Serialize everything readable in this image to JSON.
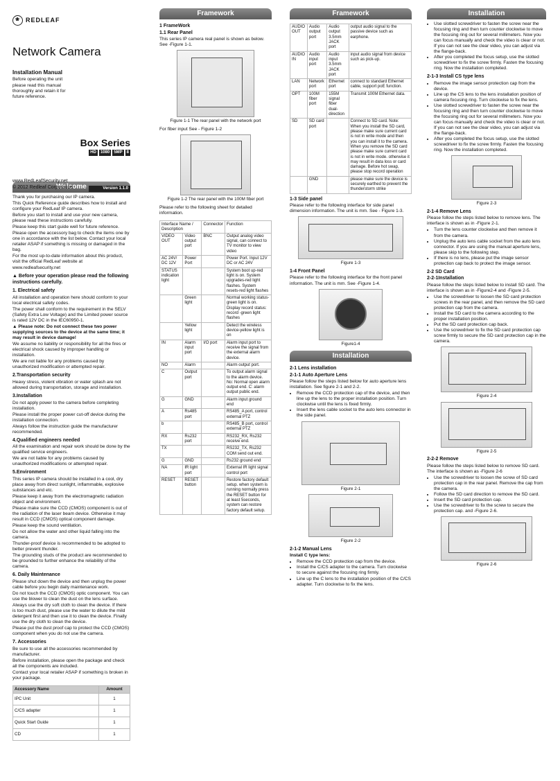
{
  "brand": {
    "name": "REDLEAF",
    "title": "Network Camera",
    "manual": "Installation Manual",
    "intro": "Before operating the unit please read this manual thoroughly and retain it for future reference.",
    "series": "Box Series",
    "badges": [
      "HD",
      "1080",
      "5MP",
      "8"
    ],
    "version": "Version 1.1.0",
    "url": "www.RedLeafSecurity.net",
    "copyright": "2012 Redleaf Corporation"
  },
  "banners": {
    "welcome": "Welcome",
    "framework1": "Framework",
    "framework2": "Framework",
    "installation1": "Installation",
    "installation2": "Installation"
  },
  "welcome": {
    "p1": "Thank you for purchasing our IP camera.",
    "p2": "This Quick Reference guide describes how to install and configure your RedLeaf IP camera.",
    "p3": "Before you start to install and use your new camera, please read these instructions carefully.",
    "p4": "Please keep this start guide well for future reference.",
    "p5": "Please open the accessory bag to check the items one by one in accordance with the list below. Contact your local retailer ASAP if something is missing or damaged in the bag.",
    "p6": "For the most up-to-date information about this product, visit the official RedLeaf website at",
    "p7": "www.redleafsecurity.net",
    "warn": "Before your operation please read the following instructions carefully.",
    "s1": "1. Electrical safety",
    "s1a": "All installation and operation here should conform to your local electrical safety codes.",
    "s1b": "The power shall conform to the requirement in the SELV (Safety Extra Low Voltage) and the Limited power source is rated 12V DC in the IEC60950-1.",
    "s1c": "Please note: Do not connect these two power supplying sources to the device at the same time; it may result in device damage!",
    "s1d": "We assume no liability or responsibility for all the fires or electrical shock caused by improper handling or installation.",
    "s1e": "We are not liable for any problems caused by unauthorized modification or attempted repair.",
    "s2": "2.Transportation security",
    "s2a": "Heavy stress, violent vibration or water splash are not allowed during transportation, storage and installation.",
    "s3": "3.Installation",
    "s3a": "Do not apply power to the camera before completing installation.",
    "s3b": "Please install the proper power cut-off device during the installation connection.",
    "s3c": "Always follow the instruction guide the manufacturer recommended.",
    "s4": "4.Qualified engineers needed",
    "s4a": "All the examination and repair work should be done by the qualified service engineers.",
    "s4b": "We are not liable for any problems caused by unauthorized modifications or attempted repair.",
    "s5": "5.Environment",
    "s5a": "This series IP camera should be installed in a cool, dry place away from direct sunlight, inflammable, explosive substances and etc.",
    "s5b": "Please keep it away from the electromagnetic radiation object and environment.",
    "s5c": "Please make sure the CCD (CMOS) component is out of the radiation of the laser beam device. Otherwise it may result in CCD (CMOS) optical component damage.",
    "s5d": "Please keep the sound ventilation.",
    "s5e": "Do not allow the water and other liquid falling into the camera.",
    "s5f": "Thunder-proof device is recommended to be adopted to better prevent thunder.",
    "s5g": "The grounding studs of the product are recommended to be grounded to further enhance the reliability of the camera.",
    "s6": "6. Daily Maintenance",
    "s6a": "Please shut down the device and then unplug the power cable before you begin daily maintenance work.",
    "s6b": "Do not touch the CCD (CMOS) optic component. You can use the blower to clean the dust on the lens surface.",
    "s6c": "Always use the dry soft cloth to clean the device. If there is too much dust, please use the water to dilute the mild detergent first and then use it to clean the device. Finally use the dry cloth to clean the device.",
    "s6d": "Please put the dust proof cap to protect the CCD (CMOS) component when you do not use the camera.",
    "s7": "7. Accessories",
    "s7a": "Be sure to use all the accessories recommended by manufacturer.",
    "s7b": "Before installation, please open the package and check all the components are included.",
    "s7c": "Contact your local retailer ASAP if something is broken in your package."
  },
  "accessories": {
    "h_name": "Accessory Name",
    "h_amount": "Amount",
    "rows": [
      {
        "name": "IPC Unit",
        "amount": "1"
      },
      {
        "name": "C/CS adapter",
        "amount": "1"
      },
      {
        "name": "Quick Start Guide",
        "amount": "1"
      },
      {
        "name": "CD",
        "amount": "1"
      }
    ]
  },
  "framework": {
    "h1": "1     FrameWork",
    "h11": "1.1   Rear Panel",
    "p1": "This series IP camera real panel is shown as below. See -Figure 1-1.",
    "fig11": "Figure 1-1  The rear panel with the network port",
    "p2": "For fiber input See - Figure 1-2",
    "fig12": "Figure 1-2 The rear panel with the 100M fiber port",
    "p3": "Please refer to the following sheet for detailed information.",
    "th": [
      "Interface Name / Description",
      "Connector",
      "Function"
    ],
    "rows": [
      [
        "VIDEO OUT",
        "Video output port",
        "BNC",
        "Output analog video signal, can connect to TV monitor to view video"
      ],
      [
        "AC 24V/ DC 12V",
        "Power Port",
        "",
        "Power Port. Input 12V DC or AC 24V"
      ],
      [
        "STATUS indication light",
        "",
        "",
        "System boot up-red light is on. System upgrades-red light flashes. System resets-red light flashes"
      ],
      [
        "",
        "Green light",
        "",
        "Normal working status-green light is on. Display record status: record -green light flashes"
      ],
      [
        "",
        "Yellow light",
        "",
        "Detect the wireless device-yellow light is on"
      ],
      [
        "IN",
        "Alarm input port",
        "I/O port",
        "Alarm input port to receive the signal from the external alarm device."
      ],
      [
        "NO",
        "Alarm",
        "",
        "Alarm output port."
      ],
      [
        "C",
        "Output port",
        "",
        "To output alarm signal to the alarm device. No: Normal open alarm output end. C: alarm output public end."
      ],
      [
        "G",
        "GND",
        "",
        "Alarm input ground end"
      ],
      [
        "A",
        "Rs485 port",
        "",
        "RS485_A port, control external PTZ"
      ],
      [
        "b",
        "",
        "",
        "RS485_B port, control external PTZ"
      ],
      [
        "RX",
        "Rs232 port",
        "",
        "RS232_RX, Rs232 receive end."
      ],
      [
        "TX",
        "",
        "",
        "RS232_TX, Rs232 COM send out end."
      ],
      [
        "G",
        "GND",
        "",
        "Rs232 ground end"
      ],
      [
        "NA",
        "IR light port",
        "",
        "External IR light signal control port"
      ],
      [
        "RESET",
        "RESET button",
        "",
        "Restore factory default setup. when system is running normally press the RESET button for at least 5seconds, system can restore factory default setup."
      ]
    ]
  },
  "framework2": {
    "rows": [
      [
        "AUDIO OUT",
        "Audio output port",
        "Audio output 3.5mm JACK port",
        "output audio signal to the passive device such as earphone."
      ],
      [
        "AUDIO IN",
        "Audio input port",
        "Audio input 3.5mm JACK port",
        "input audio signal from device such as pick-up."
      ],
      [
        "LAN",
        "Network port",
        "Ethernet port",
        "connect to standard Ethernet cable, support poE function."
      ],
      [
        "OPT",
        "100M fiber port",
        "155M signal fiber dual-direction",
        "Transmit 100M Ethernet data."
      ],
      [
        "SD",
        "SD card port",
        "",
        "Connect to SD card. Note: When you install the SD card, please make sure current card is not in write mode and then you can install it to the camera. When you remove the SD card please make sure current card is not in write mode. otherwise it may result in data loss or card damage. Before hot swap, please stop record operation"
      ],
      [
        "",
        "GND",
        "",
        "please make sure the device is securely earthed to prevent the thunderstorm strike"
      ]
    ],
    "h13": "1-3   Side panel",
    "p13": "Please refer to the following interface for side panel dimension information. The unit is mm. See - Figure 1-3.",
    "fig13": "Figure 1-3",
    "h14": "1-4   Front Panel",
    "p14": "Please refer to the following interface for the front panel information. The unit is mm. See -Figure 1-4.",
    "fig14": "Figure1-4"
  },
  "install1": {
    "h21": "2-1      Lens installation",
    "h211": "2-1-1      Auto Aperture Lens",
    "p211": "Please follow the steps listed below for auto aperture lens installation. See figure 2-1 and 2-2.",
    "li1": "Remove the CCD protection cap of the device, and then line up the lens to the proper installation position. Turn clockwise until the lens is fixed firmly.",
    "li2": "Insert the lens cable socket to the auto lens connector in the side panel.",
    "fig21": "Figure 2-1",
    "fig22": "Figure 2-2",
    "h212": "2-1-2  Manual Lens",
    "h212b": "Install C type lens:",
    "li3": "Remove the CCD protection cap from the device.",
    "li4": "Install the C/CS adapter to the camera. Turn clockwise to secure against the focusing ring firmly.",
    "li5": "Line up the C lens to the installation position of the C/CS adapter. Turn clockwise to fix the lens."
  },
  "install2": {
    "li1": "Use slotted screwdriver to fasten the screw near the focusing ring and then turn counter clockwise to move the focusing ring out for several millimeters. Now you can focus manually and check the video is clear or not. If you can not see the clear video, you can adjust via the flange-back.",
    "li2": "After you completed the focus setup, use the slotted screwdriver to fix the screw firmly. Fasten the focusing ring. Now the installation completed.",
    "h213": "2-1-3     Install CS type lens",
    "li3": "Remove the image sensor protection cap from the device.",
    "li4": "Line up the CS lens to the lens installation position of camera focusing ring. Turn clockwise to fix the lens.",
    "li5": "Use slotted screwdriver to fasten the screw near the focusing ring and then turn counter clockwise to move the focusing ring out for several millimeters. Now you can focus manually and check the video is clear or not. If you can not see the clear video, you can adjust via the flange-back.",
    "li6": "After you completed the focus setup, use the slotted screwdriver to fix the screw firmly. Fasten the focusing ring. Now the installation completed.",
    "fig23": "Figure 2-3",
    "h214": "2-1-4 Remove Lens",
    "p214": "Please follow the steps listed below to remove lens. The interface is shown as in -Figure 2-1.",
    "li7": "Turn the lens counter clockwise and then remove it from the camera.",
    "li8": "Unplug the auto lens cable socket from the auto lens connector. If you are using the manual aperture lens, please skip to the following step.",
    "li9": "If there is no lens, please put the image sensor protection cap back to protect the image sensor.",
    "h22": "2-2    SD Card",
    "h221": "2-2-1Installation",
    "p221": "Please follow the steps listed below to install SD card. The interface is shown as in -Figure2-4 and -Figure 2-5.",
    "li10": "Use the screwdriver to loosen the SD card protection screws in the rear panel, and then remove the SD card protection cap from the camera.",
    "li11": "Install the SD card to the camera according to the proper installation position.",
    "li12": "Put the SD card protection cap back.",
    "li13": "Use the screwdriver to fix the SD card protection cap screw firmly to secure the SD card protection cap in the camera.",
    "fig24": "Figure 2-4",
    "fig25": "Figure 2-5",
    "h222": "2-2-2   Remove",
    "p222": "Please follow the steps listed below to remove SD card. The interface is shown as -Figure 2-6",
    "li14": "Use the screwdriver to loosen the screw of SD card protection cap in the rear panel. Remove the cap from the camera.",
    "li15": "Follow the SD card direction to remove the SD card.",
    "li16": "Insert the SD card protection cap.",
    "li17": "Use the screwdriver to fix the screw to secure the protection cap. and -Figure 2-6.",
    "fig26": "Figure 2-6"
  }
}
